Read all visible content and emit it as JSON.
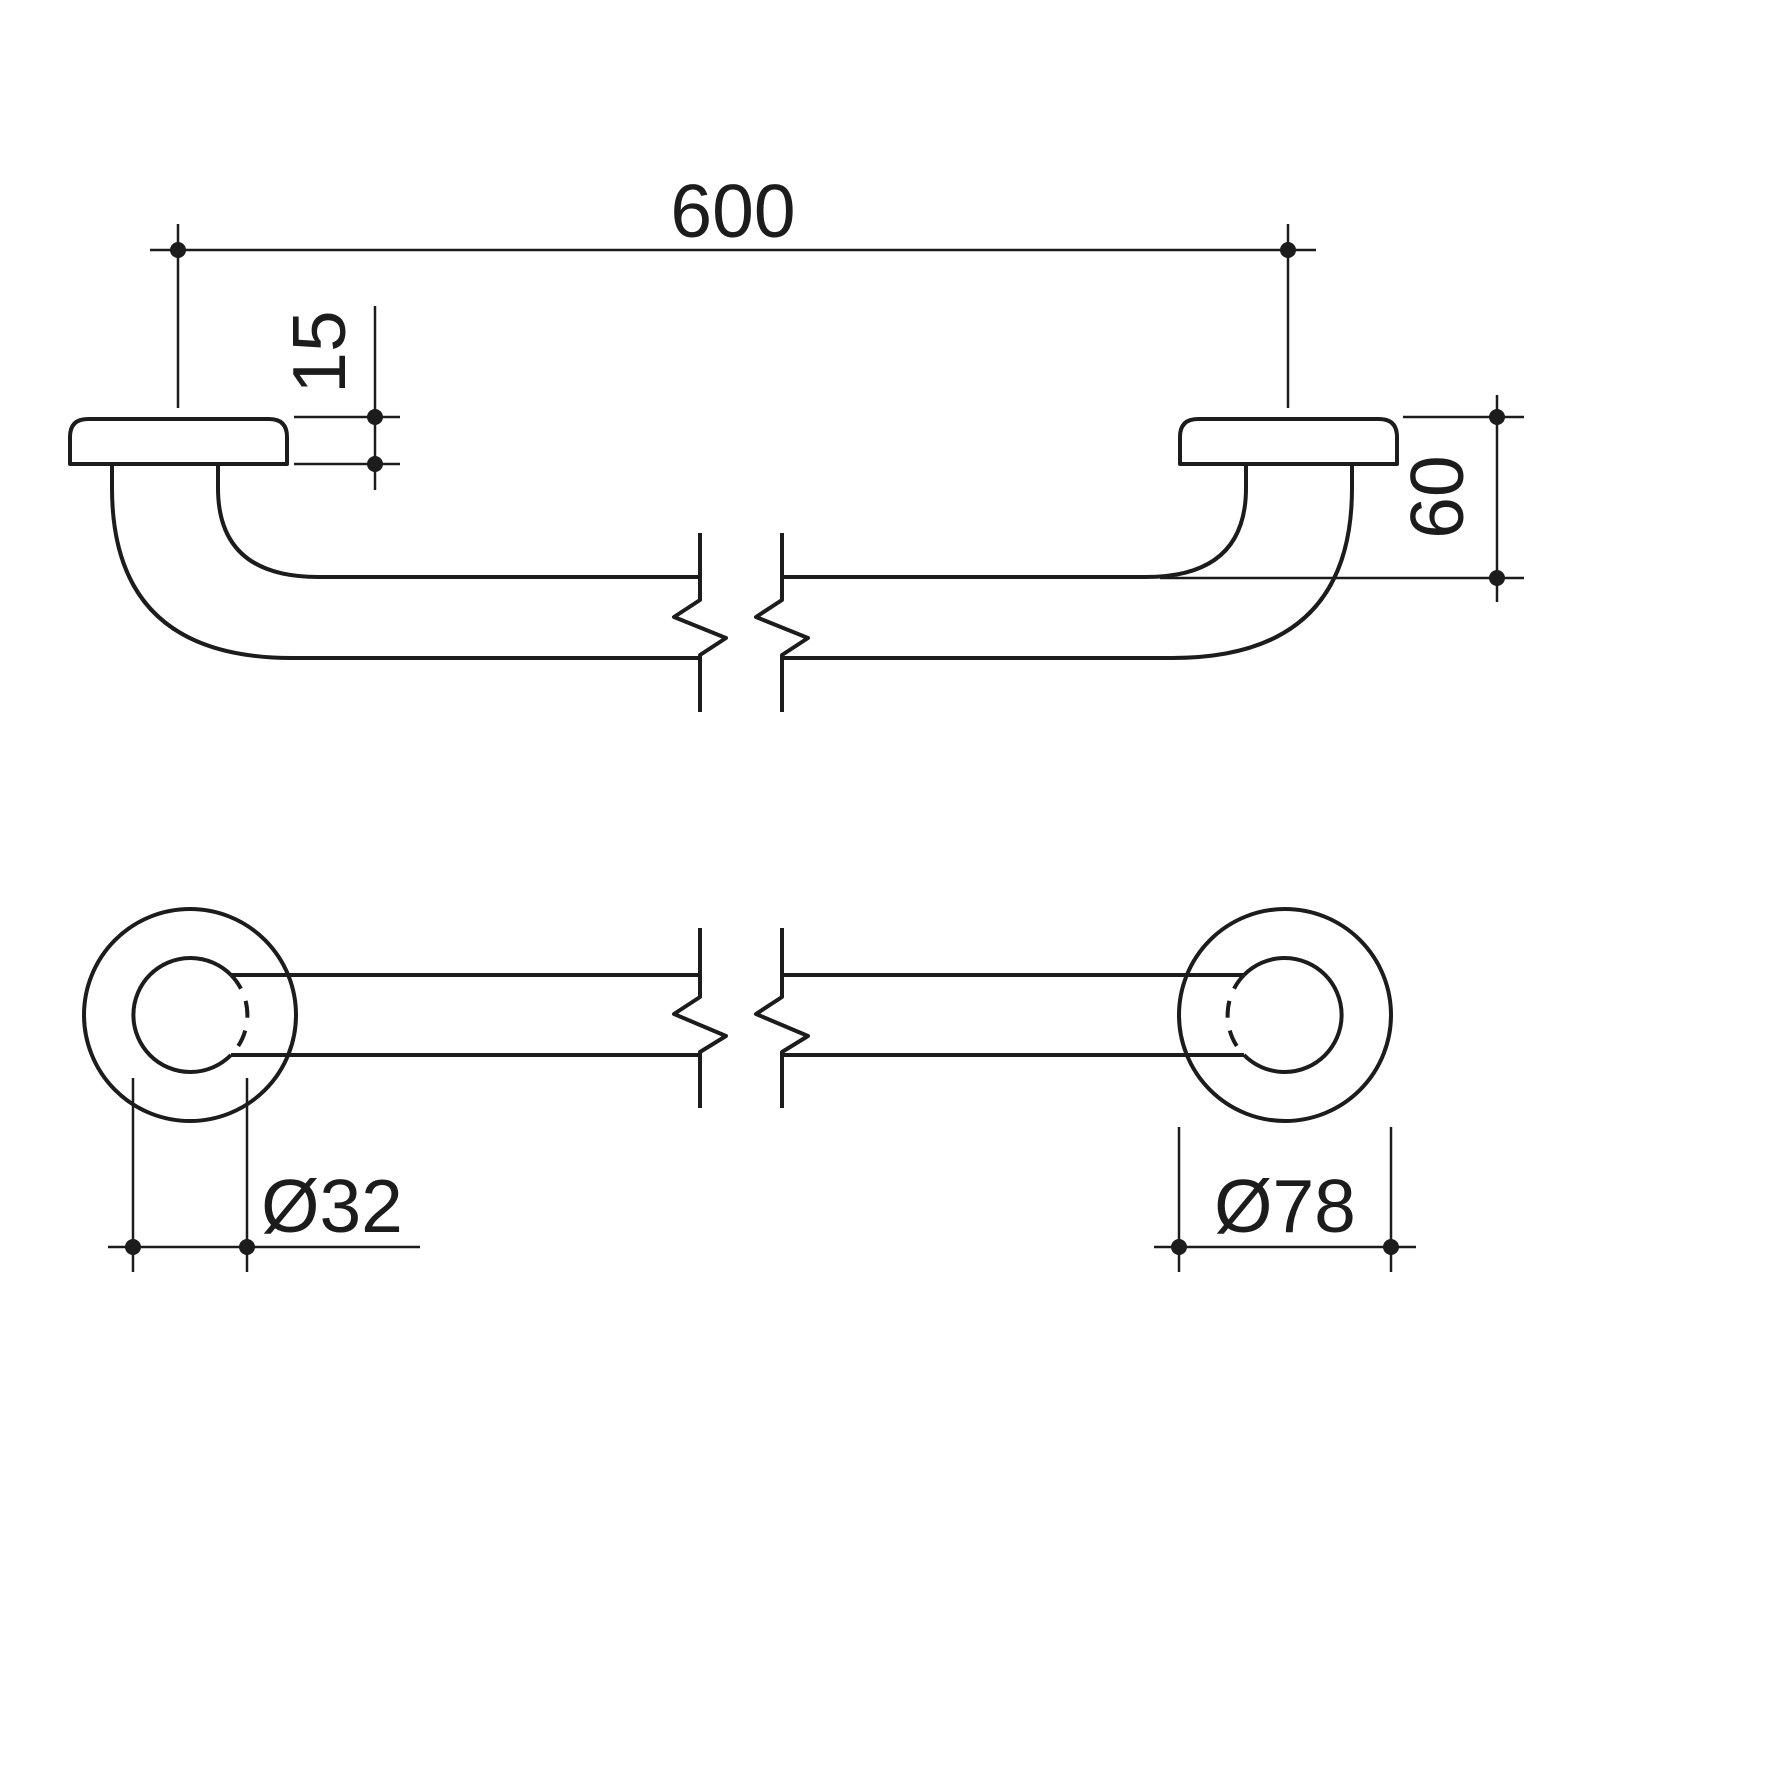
{
  "drawing": {
    "type": "technical-drawing",
    "subject": "Grab rail with wall flanges, side elevation (top) and plan view (bottom), shown shortened with break lines",
    "dimensions": {
      "overall_length": "600",
      "flange_thickness": "15",
      "rail_to_wall": "60",
      "rail_diameter": "Ø32",
      "flange_diameter": "Ø78"
    },
    "colors": {
      "line": "#1c1c1c",
      "background": "#ffffff"
    }
  }
}
